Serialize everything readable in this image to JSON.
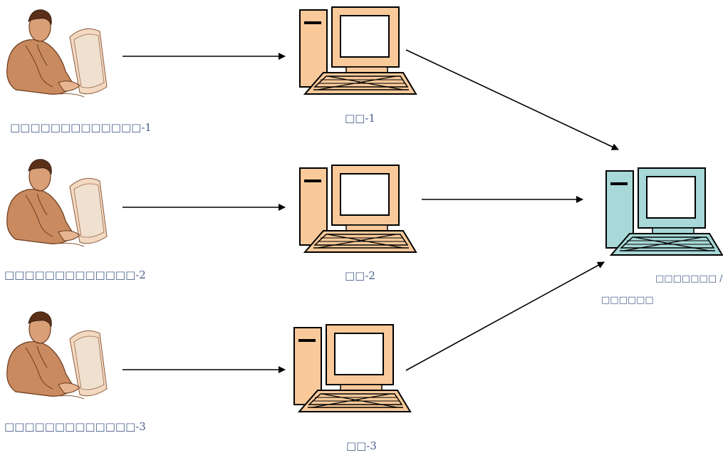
{
  "operators": [
    {
      "label": "□□□□□□□□□□□□□-1"
    },
    {
      "label": "□□□□□□□□□□□□□-2"
    },
    {
      "label": "□□□□□□□□□□□□□-3"
    }
  ],
  "terminals": [
    {
      "label": "□□-1"
    },
    {
      "label": "□□-2"
    },
    {
      "label": "□□-3"
    }
  ],
  "server": {
    "label_line1": "□□□□□□□  /",
    "label_line2": "□□□□□□"
  },
  "colors": {
    "terminal_fill": "#f9c99a",
    "server_fill": "#a8d8d8",
    "label_text": "#4a5f8a",
    "arrow": "#000000"
  }
}
